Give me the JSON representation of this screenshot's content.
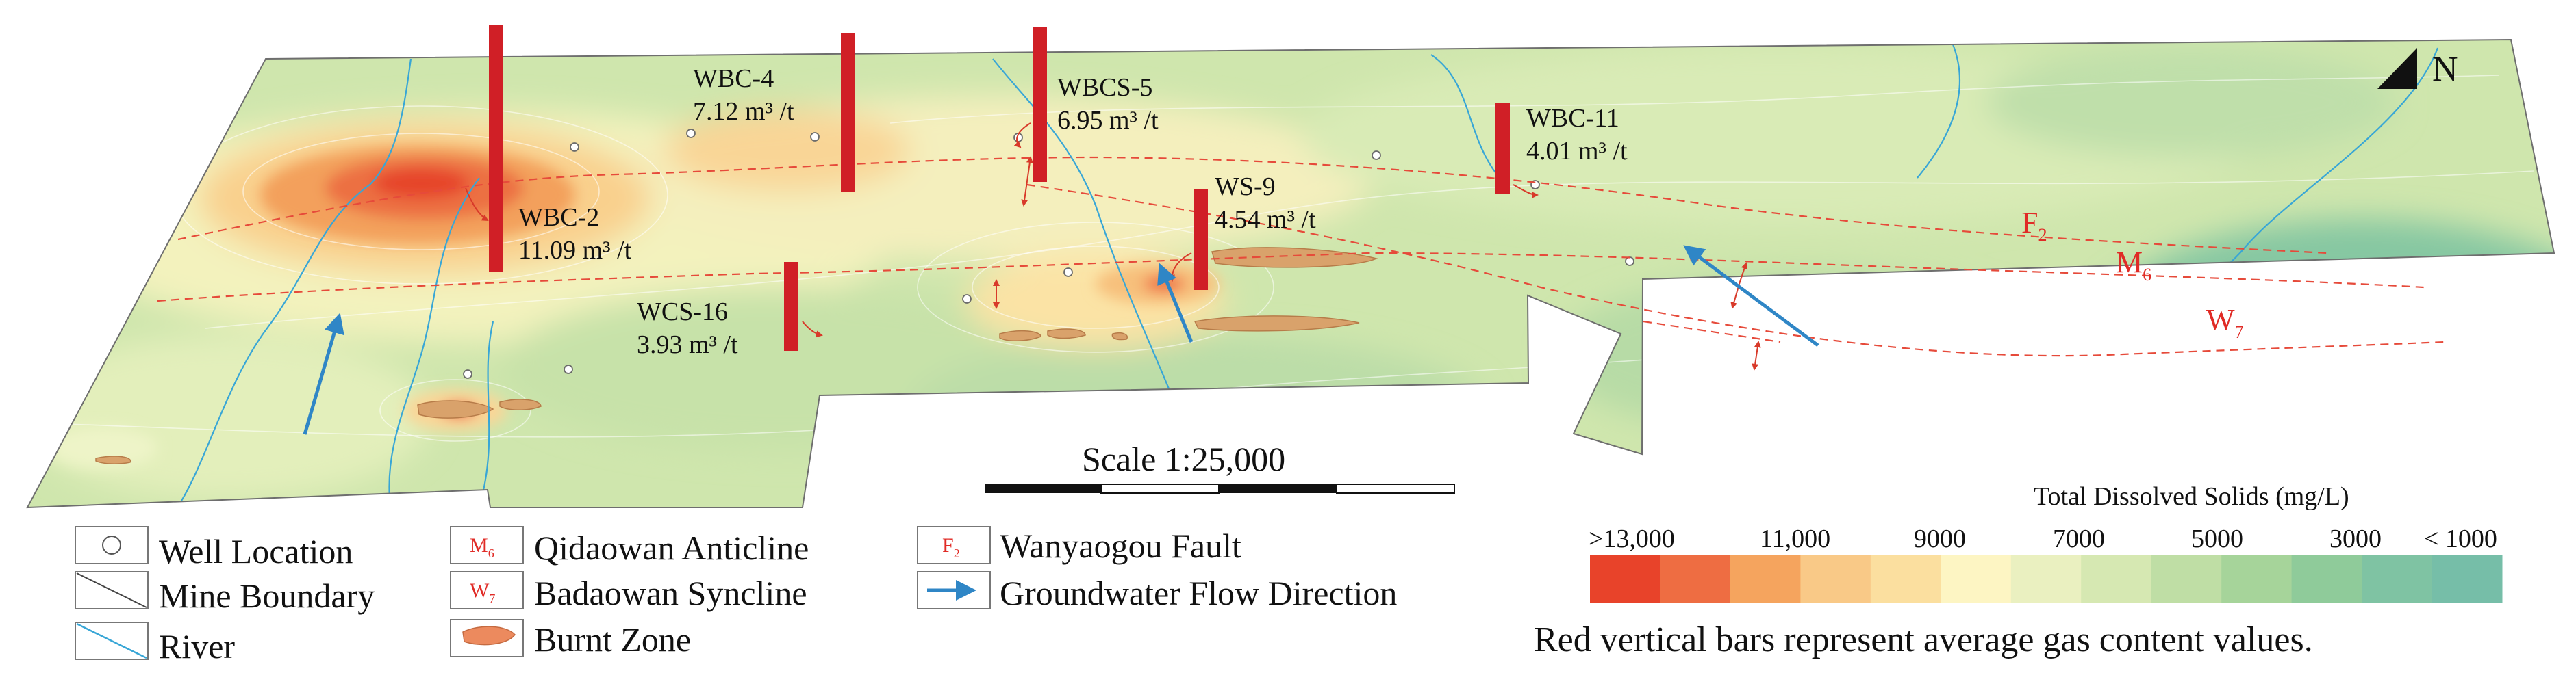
{
  "north": {
    "label": "N"
  },
  "scale": {
    "label": "Scale 1:25,000"
  },
  "wells": [
    {
      "name": "WBC-4",
      "value": "7.12 m³ /t"
    },
    {
      "name": "WBCS-5",
      "value": "6.95 m³ /t"
    },
    {
      "name": "WBC-11",
      "value": "4.01 m³ /t"
    },
    {
      "name": "WS-9",
      "value": "4.54 m³ /t"
    },
    {
      "name": "WBC-2",
      "value": "11.09 m³ /t"
    },
    {
      "name": "WCS-16",
      "value": "3.93 m³ /t"
    }
  ],
  "structures": {
    "fault": {
      "letter": "F",
      "sub": "2"
    },
    "anticline": {
      "letter": "M",
      "sub": "6"
    },
    "syncline": {
      "letter": "W",
      "sub": "7"
    }
  },
  "legend": {
    "well_location": "Well Location",
    "mine_boundary": "Mine Boundary",
    "river": "River",
    "qidaowan_anticline": "Qidaowan Anticline",
    "badaowan_syncline": "Badaowan Syncline",
    "burnt_zone": "Burnt Zone",
    "wanyaogou_fault": "Wanyaogou Fault",
    "groundwater_flow": "Groundwater Flow Direction"
  },
  "colorbar": {
    "title": "Total Dissolved Solids  (mg/L)",
    "tick_labels": [
      ">13,000",
      "11,000",
      "9000",
      "7000",
      "5000",
      "3000",
      "< 1000"
    ],
    "colors": [
      "#e8432a",
      "#ee6d42",
      "#f5a45e",
      "#f9c987",
      "#fbdf9f",
      "#fdf5c3",
      "#eaf0c0",
      "#d6e8b2",
      "#bfdea5",
      "#a6d49a",
      "#8fcb9a",
      "#7fc3a3",
      "#76bea8"
    ]
  },
  "note": "Red vertical bars represent average gas content values."
}
